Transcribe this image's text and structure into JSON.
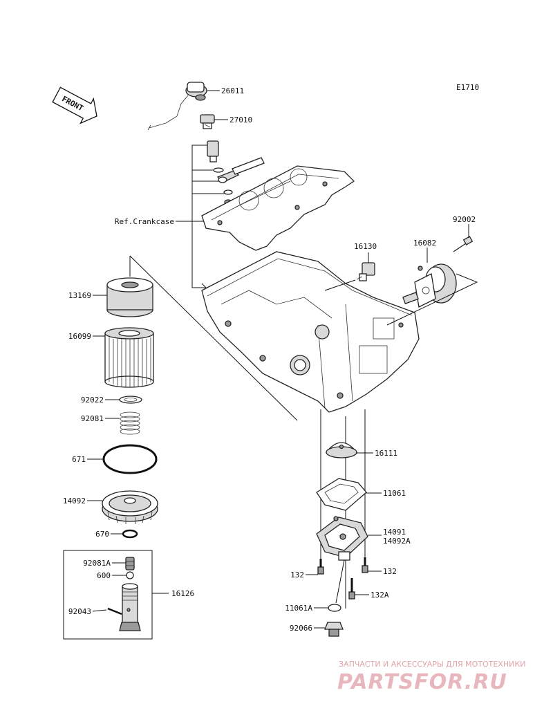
{
  "diagram": {
    "code": "E1710",
    "front_label": "FRONT",
    "ref_label": "Ref.Crankcase",
    "callouts": {
      "c26011": "26011",
      "c27010": "27010",
      "c92002": "92002",
      "c16130": "16130",
      "c16082": "16082",
      "c13169": "13169",
      "c16099": "16099",
      "c92022": "92022",
      "c92081": "92081",
      "c671": "671",
      "c14092": "14092",
      "c670": "670",
      "c92081A": "92081A",
      "c600": "600",
      "c16126": "16126",
      "c92043": "92043",
      "c16111": "16111",
      "c11061": "11061",
      "c14091": "14091",
      "c14092A": "14092A",
      "c132_left": "132",
      "c132_right": "132",
      "c132A": "132A",
      "c11061A": "11061A",
      "c92066": "92066"
    }
  },
  "watermark": {
    "tagline": "ЗАПЧАСТИ И АКСЕССУАРЫ ДЛЯ МОТОТЕХНИКИ",
    "brand": "PARTSFOR.RU",
    "color": "#e8b7bd"
  }
}
